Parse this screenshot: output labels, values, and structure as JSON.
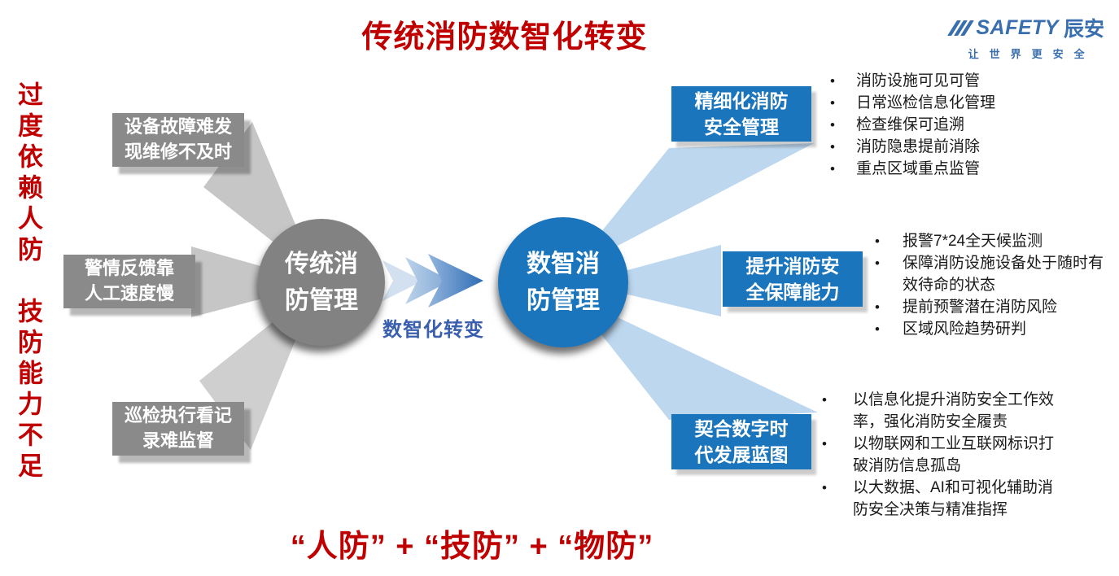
{
  "title": "传统消防数智化转变",
  "logo": {
    "brand": "SAFETY",
    "brand_cn": "辰安",
    "tagline": "让世界更安全"
  },
  "left_label": {
    "text": "过度依赖人防　技防能力不足"
  },
  "center": {
    "gray_circle": {
      "line1": "传统消",
      "line2": "防管理"
    },
    "blue_circle": {
      "line1": "数智消",
      "line2": "防管理"
    },
    "arrow_label": "数智化转变"
  },
  "pain_points": [
    {
      "line1": "设备故障难发",
      "line2": "现维修不及时"
    },
    {
      "line1": "警情反馈靠",
      "line2": "人工速度慢"
    },
    {
      "line1": "巡检执行看记",
      "line2": "录难监督"
    }
  ],
  "benefit_boxes": [
    {
      "line1": "精细化消防",
      "line2": "安全管理"
    },
    {
      "line1": "提升消防安",
      "line2": "全保障能力"
    },
    {
      "line1": "契合数字时",
      "line2": "代发展蓝图"
    }
  ],
  "benefit_lists": [
    {
      "items": [
        "消防设施可见可管",
        "日常巡检信息化管理",
        "检查维保可追溯",
        "消防隐患提前消除",
        "重点区域重点监管"
      ]
    },
    {
      "items": [
        "报警7*24全天候监测",
        "保障消防设施设备处于随时有效待命的状态",
        "提前预警潜在消防风险",
        "区域风险趋势研判"
      ]
    },
    {
      "items": [
        "以信息化提升消防安全工作效率，强化消防安全履责",
        "以物联网和工业互联网标识打破消防信息孤岛",
        "以大数据、AI和可视化辅助消防安全决策与精准指挥"
      ]
    }
  ],
  "bottom_label": "“人防” + “技防” + “物防”",
  "colors": {
    "accent_red": "#C00000",
    "primary_blue": "#1B75BC",
    "light_blue_wedge": "#BDD7EE",
    "gray_node": "#8A8A8A",
    "light_gray_wedge": "#C6C6C6",
    "logo_blue": "#3A6FAF",
    "arrow_label_blue": "#3A5FAE"
  }
}
